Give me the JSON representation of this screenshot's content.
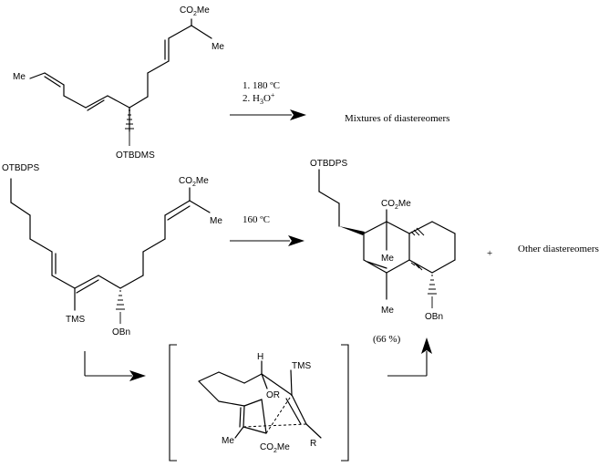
{
  "reaction1": {
    "step1": "1. 180 ºC",
    "step2": "2. H",
    "step2_sub": "3",
    "step2_tail": "O",
    "step2_sup": "+",
    "outcome": "Mixtures of diastereomers"
  },
  "reaction2": {
    "condition": "160 ºC",
    "yield": "(66 %)",
    "plus": "+",
    "other": "Other diastereomers"
  },
  "labels": {
    "co2me": "CO",
    "co2me_sub": "2",
    "co2me_tail": "Me",
    "me": "Me",
    "otbdms": "OTBDMS",
    "otbdps": "OTBDPS",
    "tms": "TMS",
    "obn": "OBn",
    "h": "H",
    "or": "OR",
    "r": "R"
  }
}
